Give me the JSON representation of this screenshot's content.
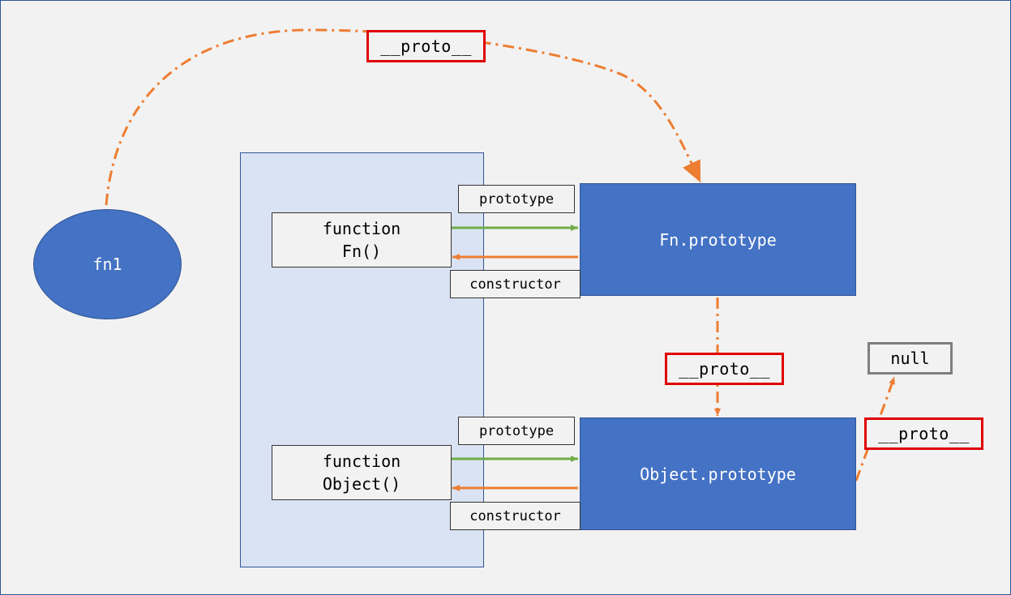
{
  "diagram": {
    "instance": {
      "label": "fn1"
    },
    "constructors": [
      {
        "line1": "function",
        "line2": "Fn()"
      },
      {
        "line1": "function",
        "line2": "Object()"
      }
    ],
    "prototypes": [
      {
        "label": "Fn.prototype"
      },
      {
        "label": "Object.prototype"
      }
    ],
    "edge_labels": {
      "prototype": "prototype",
      "constructor": "constructor",
      "proto": "__proto__"
    },
    "terminal": {
      "label": "null"
    },
    "colors": {
      "prototype_arrow": "#70ad47",
      "constructor_arrow": "#ed7d31",
      "proto_chain": "#ed7d31",
      "highlight_border": "#e00000",
      "node_fill": "#4472c4"
    }
  }
}
